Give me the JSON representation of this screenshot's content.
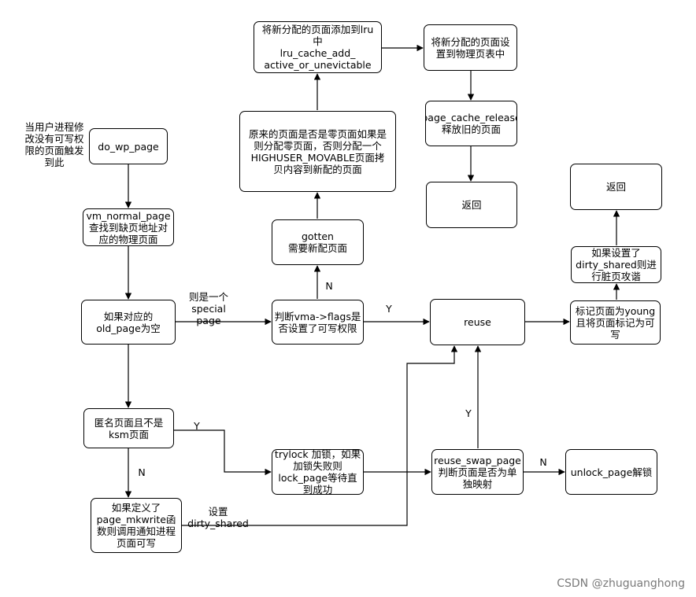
{
  "nodes": {
    "do_wp_page": "do_wp_page",
    "vm_normal_page": "vm_normal_page\n查找到缺页地址对\n应的物理页面",
    "old_page_empty": "如果对应的\nold_page为空",
    "anon_not_ksm": "匿名页面且不是\nksm页面",
    "page_mkwrite": "如果定义了\npage_mkwrite函\n数则调用通知进程\n页面可写",
    "check_flags": "判断vma->flags是\n否设置了可写权限",
    "gotten": "gotten\n需要新配页面",
    "alloc_copy": "原来的页面是否是零页面如果是\n则分配零页面，否则分配一个\nHIGHUSER_MOVABLE页面拷\n贝内容到新配的页面",
    "lru_add": "将新分配的页面添加到lru\n中\nlru_cache_add_\nactive_or_unevictable",
    "set_pte": "将新分配的页面设\n置到物理页表中",
    "cache_release": "page_cache_release\n释放旧的页面",
    "return_left": "返回",
    "reuse": "reuse",
    "mark_young": "标记页面为young\n且将页面标记为可\n写",
    "dirty_shared": "如果设置了\ndirty_shared则进\n行脏页攻谐",
    "return_right": "返回",
    "trylock": "trylock 加锁，如果\n加锁失败则\nlock_page等待直\n到成功",
    "reuse_swap": "reuse_swap_page\n判断页面是否为单\n独映射",
    "unlock_page": "unlock_page解锁"
  },
  "labels": {
    "trigger_note": "当用户进程修\n改没有可写权\n限的页面触发\n到此",
    "special_page": "则是一个\nspecial\npage",
    "n_to_gotten": "N",
    "y_to_reuse": "Y",
    "y_to_trylock": "Y",
    "n_to_mkwrite": "N",
    "set_dirty": "设置\ndirty_shared",
    "y_swap_reuse": "Y",
    "n_to_unlock": "N"
  },
  "watermark": "CSDN @zhuguanghong"
}
